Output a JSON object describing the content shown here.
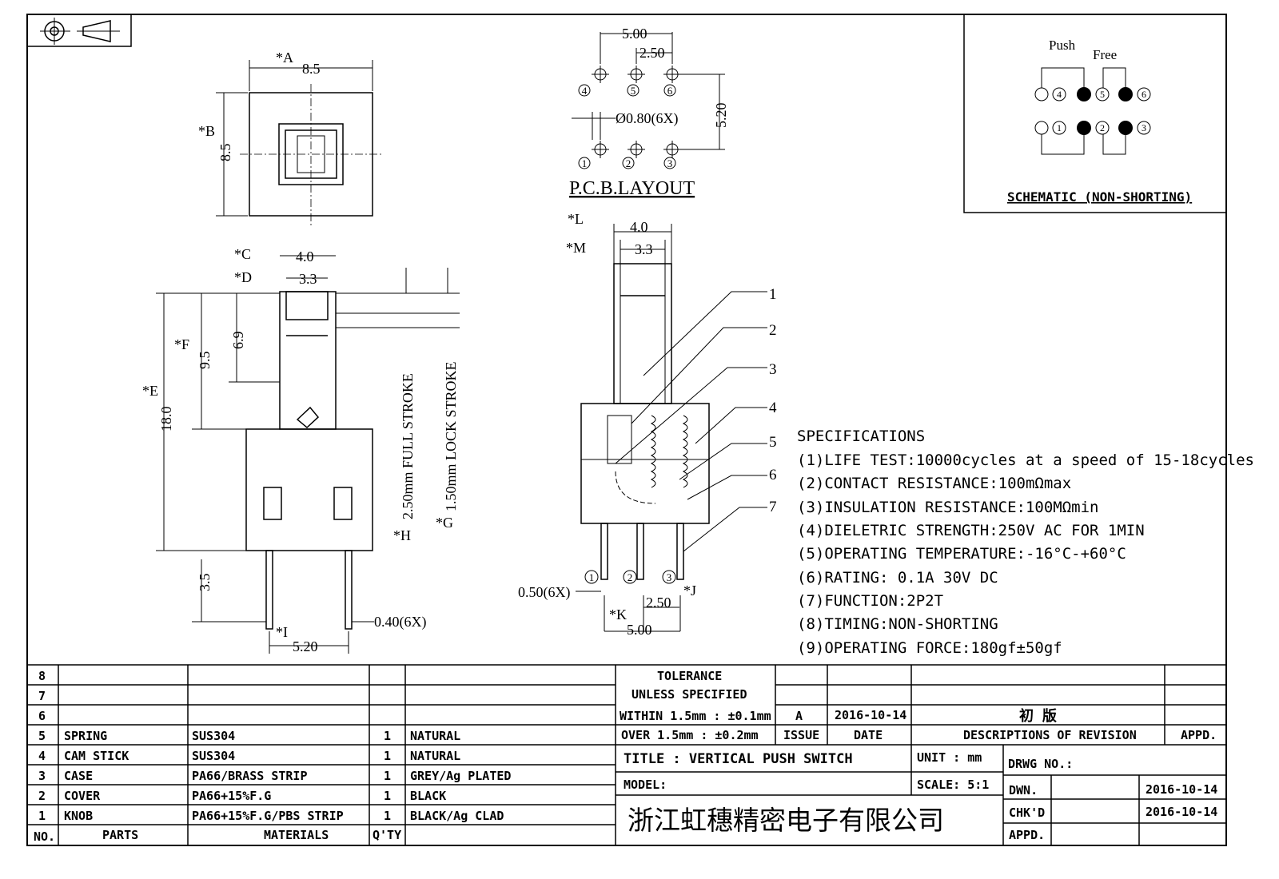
{
  "top_view": {
    "a_label": "*A",
    "a_val": "8.5",
    "b_label": "*B",
    "b_val": "8.5"
  },
  "front_view": {
    "c_label": "*C",
    "c_val": "4.0",
    "d_label": "*D",
    "d_val": "3.3",
    "e_label": "*E",
    "e_val": "18.0",
    "f_label": "*F",
    "f_val": "9.5",
    "h69": "6.9",
    "pin": "3.5",
    "i_label": "*I",
    "i_val": "5.20",
    "pin_w": "0.40(6X)",
    "full_stroke": "2.50mm FULL STROKE",
    "h_label": "*H",
    "lock_stroke": "1.50mm LOCK STROKE",
    "g_label": "*G"
  },
  "pcb": {
    "d1": "5.00",
    "d2": "2.50",
    "d3": "5.20",
    "hole": "Ø0.80(6X)",
    "title": "P.C.B.LAYOUT",
    "pins_top": [
      "4",
      "5",
      "6"
    ],
    "pins_bottom": [
      "1",
      "2",
      "3"
    ]
  },
  "side_view": {
    "l_label": "*L",
    "l_val": "4.0",
    "m_label": "*M",
    "m_val": "3.3",
    "callouts": [
      "1",
      "2",
      "3",
      "4",
      "5",
      "6",
      "7"
    ],
    "pin_w": "0.50(6X)",
    "pins": [
      "1",
      "2",
      "3"
    ],
    "k_label": "*K",
    "j_label": "*J",
    "pitch": "2.50",
    "span": "5.00"
  },
  "schematic": {
    "push": "Push",
    "free": "Free",
    "title": "SCHEMATIC (NON-SHORTING)",
    "top": [
      "4",
      "5",
      "6"
    ],
    "bottom": [
      "1",
      "2",
      "3"
    ]
  },
  "specifications": {
    "title": "SPECIFICATIONS",
    "items": [
      "(1)LIFE TEST:10000cycles at a speed of 15-18cycles",
      "(2)CONTACT RESISTANCE:100mΩmax",
      "(3)INSULATION RESISTANCE:100MΩmin",
      "(4)DIELETRIC STRENGTH:250V AC FOR 1MIN",
      "(5)OPERATING TEMPERATURE:-16°C-+60°C",
      "(6)RATING: 0.1A 30V DC",
      "(7)FUNCTION:2P2T",
      "(8)TIMING:NON-SHORTING",
      "(9)OPERATING FORCE:180gf±50gf"
    ]
  },
  "bom": {
    "rows": [
      {
        "no": "8",
        "part": "",
        "material": "",
        "qty": "",
        "finish": ""
      },
      {
        "no": "7",
        "part": "",
        "material": "",
        "qty": "",
        "finish": ""
      },
      {
        "no": "6",
        "part": "",
        "material": "",
        "qty": "",
        "finish": ""
      },
      {
        "no": "5",
        "part": "SPRING",
        "material": "SUS304",
        "qty": "1",
        "finish": "NATURAL"
      },
      {
        "no": "4",
        "part": "CAM STICK",
        "material": "SUS304",
        "qty": "1",
        "finish": "NATURAL"
      },
      {
        "no": "3",
        "part": "CASE",
        "material": "PA66/BRASS STRIP",
        "qty": "1",
        "finish": "GREY/Ag PLATED"
      },
      {
        "no": "2",
        "part": "COVER",
        "material": "PA66+15%F.G",
        "qty": "1",
        "finish": "BLACK"
      },
      {
        "no": "1",
        "part": "KNOB",
        "material": "PA66+15%F.G/PBS STRIP",
        "qty": "1",
        "finish": "BLACK/Ag CLAD"
      }
    ],
    "headers": {
      "no": "NO.",
      "part": "PARTS",
      "material": "MATERIALS",
      "qty": "Q'TY"
    }
  },
  "title_block": {
    "tol1": "TOLERANCE",
    "tol2": "UNLESS  SPECIFIED",
    "within": "WITHIN 1.5mm : ±0.1mm",
    "over": "OVER 1.5mm : ±0.2mm",
    "issue_val": "A",
    "date_val": "2016-10-14",
    "desc_val": "初  版",
    "issue": "ISSUE",
    "date": "DATE",
    "desc": "DESCRIPTIONS OF REVISION",
    "appd": "APPD.",
    "title": "TITLE :  VERTICAL PUSH SWITCH",
    "unit": "UNIT :  mm",
    "drwg": "DRWG NO.:",
    "model": "MODEL:",
    "scale": "SCALE:  5:1",
    "company": "浙江虹穗精密电子有限公司",
    "dwn": "DWN.",
    "dwn_date": "2016-10-14",
    "chkd": "CHK'D",
    "chkd_date": "2016-10-14",
    "appd2": "APPD."
  }
}
